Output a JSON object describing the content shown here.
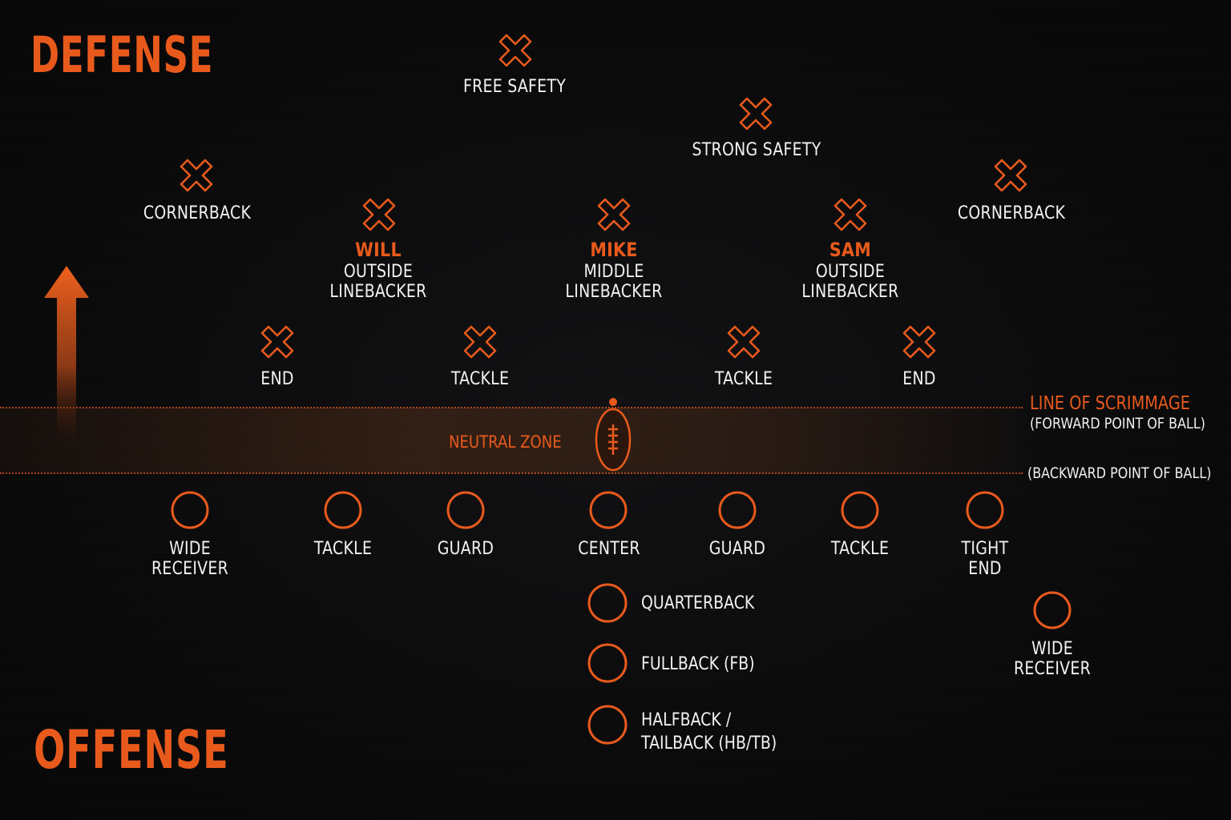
{
  "titles": {
    "defense": "DEFENSE",
    "offense": "OFFENSE"
  },
  "colors": {
    "accent": "#e85a1c",
    "text": "#f2f2f2",
    "background": "#0a0a0b"
  },
  "defense": {
    "free_safety": "FREE SAFETY",
    "strong_safety": "STRONG SAFETY",
    "cornerback_left": "CORNERBACK",
    "cornerback_right": "CORNERBACK",
    "will": {
      "nick": "WILL",
      "line1": "OUTSIDE",
      "line2": "LINEBACKER"
    },
    "mike": {
      "nick": "MIKE",
      "line1": "MIDDLE",
      "line2": "LINEBACKER"
    },
    "sam": {
      "nick": "SAM",
      "line1": "OUTSIDE",
      "line2": "LINEBACKER"
    },
    "end_left": "END",
    "tackle_left": "TACKLE",
    "tackle_right": "TACKLE",
    "end_right": "END"
  },
  "field": {
    "neutral_zone": "NEUTRAL ZONE",
    "line_of_scrimmage": "LINE OF SCRIMMAGE",
    "forward_point": "(FORWARD POINT OF BALL)",
    "backward_point": "(BACKWARD POINT OF BALL)"
  },
  "offense": {
    "wide_receiver_left": {
      "line1": "WIDE",
      "line2": "RECEIVER"
    },
    "tackle_left": "TACKLE",
    "guard_left": "GUARD",
    "center": "CENTER",
    "guard_right": "GUARD",
    "tackle_right": "TACKLE",
    "tight_end": {
      "line1": "TIGHT",
      "line2": "END"
    },
    "quarterback": "QUARTERBACK",
    "fullback": "FULLBACK (FB)",
    "halfback": {
      "line1": "HALFBACK /",
      "line2": "TAILBACK (HB/TB)"
    },
    "wide_receiver_right": {
      "line1": "WIDE",
      "line2": "RECEIVER"
    }
  },
  "icons": {
    "defender": "x-marker-icon",
    "offensive_player": "circle-marker-icon",
    "direction": "up-arrow-icon",
    "ball": "football-icon"
  }
}
